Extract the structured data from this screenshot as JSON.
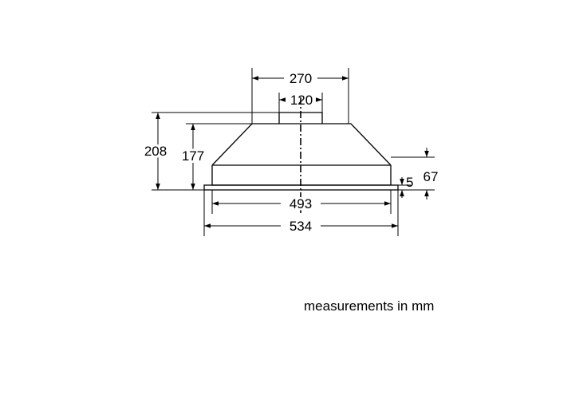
{
  "diagram": {
    "dimensions": {
      "top_width": "270",
      "duct_diameter": "120",
      "total_height": "208",
      "body_height": "177",
      "side_height": "67",
      "flange_height": "5",
      "inner_width": "493",
      "outer_width": "534"
    },
    "note": "measurements in mm",
    "colors": {
      "line": "#000000",
      "background": "#ffffff"
    }
  }
}
